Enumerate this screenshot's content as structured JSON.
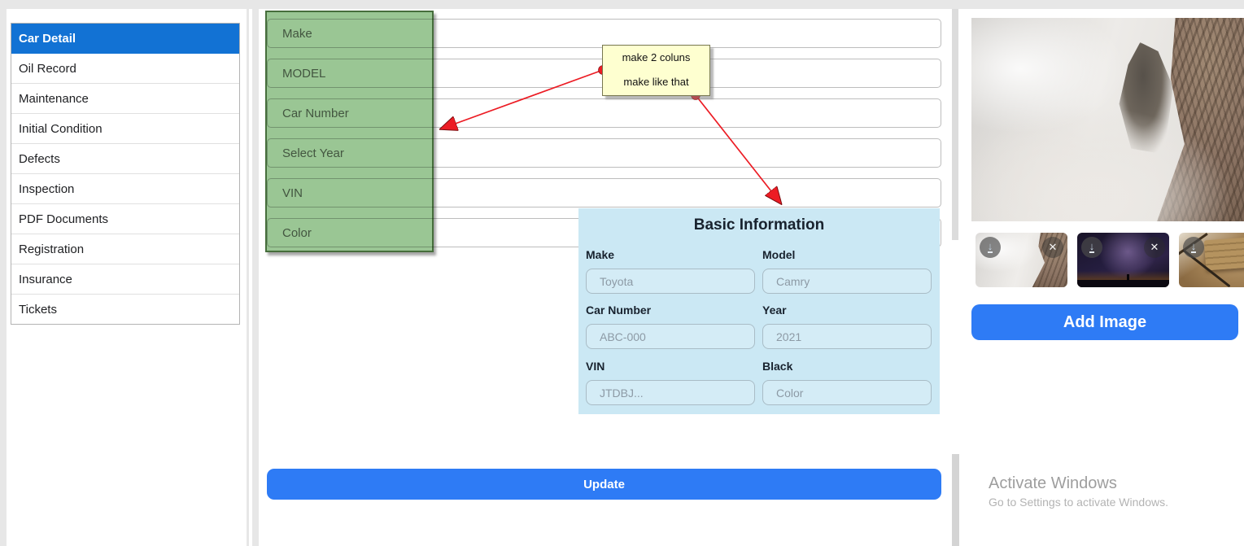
{
  "sidebar": {
    "items": [
      {
        "label": "Car Detail"
      },
      {
        "label": "Oil Record"
      },
      {
        "label": "Maintenance"
      },
      {
        "label": "Initial Condition"
      },
      {
        "label": "Defects"
      },
      {
        "label": "Inspection"
      },
      {
        "label": "PDF Documents"
      },
      {
        "label": "Registration"
      },
      {
        "label": "Insurance"
      },
      {
        "label": "Tickets"
      }
    ]
  },
  "form": {
    "fields": [
      {
        "placeholder": "Make"
      },
      {
        "placeholder": "MODEL"
      },
      {
        "placeholder": "Car Number"
      },
      {
        "placeholder": "Select Year"
      },
      {
        "placeholder": "VIN"
      },
      {
        "placeholder": "Color"
      }
    ],
    "update_label": "Update"
  },
  "annotation": {
    "note_line1": "make 2 coluns",
    "note_line2": "make like that"
  },
  "mockup": {
    "title": "Basic Information",
    "fields": [
      {
        "label": "Make",
        "placeholder": "Toyota"
      },
      {
        "label": "Model",
        "placeholder": "Camry"
      },
      {
        "label": "Car Number",
        "placeholder": "ABC-000"
      },
      {
        "label": "Year",
        "placeholder": "2021"
      },
      {
        "label": "VIN",
        "placeholder": "JTDBJ..."
      },
      {
        "label": "Black",
        "placeholder": "Color"
      }
    ]
  },
  "gallery": {
    "add_image_label": "Add Image",
    "thumbnails": [
      {
        "name": "misty-mountain"
      },
      {
        "name": "night-sky"
      },
      {
        "name": "old-books"
      }
    ],
    "icons": {
      "download": "↓",
      "close": "✕"
    }
  },
  "watermark": {
    "line1": "Activate Windows",
    "line2": "Go to Settings to activate Windows."
  },
  "colors": {
    "accent_blue": "#2e7bf5",
    "sidebar_selected_blue": "#1272d4",
    "highlight_green": "#9ac694",
    "highlight_green_border": "#466e3c",
    "note_bg": "#feffd0",
    "mockup_bg": "#cbe8f4",
    "arrow_red": "#ec1c24"
  }
}
